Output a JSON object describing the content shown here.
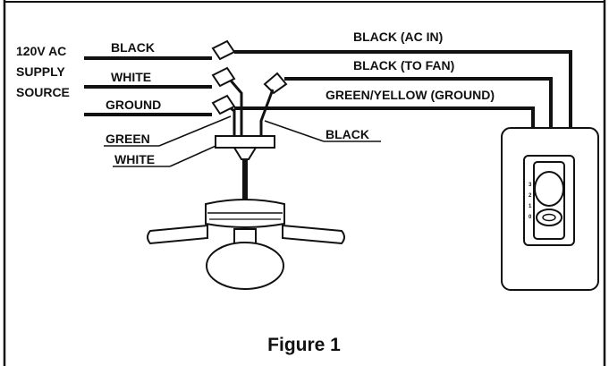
{
  "supply_label": [
    "120V AC",
    "SUPPLY",
    "SOURCE"
  ],
  "wire_labels": {
    "black_supply": "BLACK",
    "white_supply": "WHITE",
    "ground_supply": "GROUND",
    "green": "GREEN",
    "white": "WHITE",
    "black": "BLACK"
  },
  "wall_control_wires": {
    "ac_in": "BLACK  (AC IN)",
    "to_fan": "BLACK  (TO FAN)",
    "ground": "GREEN/YELLOW  (GROUND)"
  },
  "control_dial_marks": [
    "3",
    "2",
    "1",
    "0"
  ],
  "caption": "Figure 1",
  "colors": {
    "line": "#111111",
    "background": "#ffffff"
  }
}
